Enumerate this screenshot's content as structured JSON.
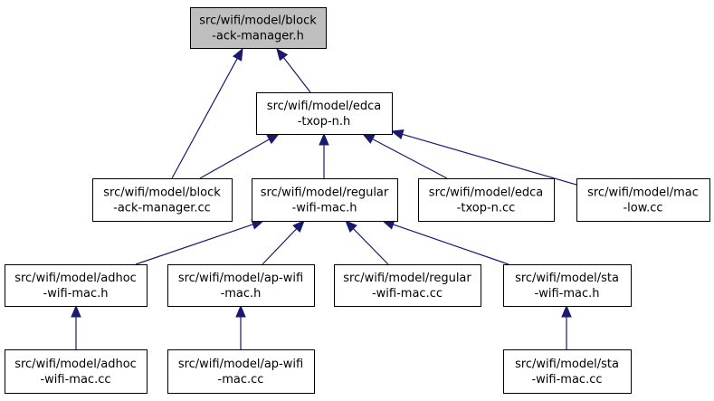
{
  "colors": {
    "edge": "#191970",
    "node_border": "#000000",
    "node_fill": "#ffffff",
    "highlight_fill": "#bfbfbf"
  },
  "nodes": [
    {
      "id": "block-ack-manager-h",
      "lines": [
        "src/wifi/model/block",
        "-ack-manager.h"
      ],
      "highlight": true
    },
    {
      "id": "edca-txop-n-h",
      "lines": [
        "src/wifi/model/edca",
        "-txop-n.h"
      ]
    },
    {
      "id": "block-ack-manager-cc",
      "lines": [
        "src/wifi/model/block",
        "-ack-manager.cc"
      ]
    },
    {
      "id": "regular-wifi-mac-h",
      "lines": [
        "src/wifi/model/regular",
        "-wifi-mac.h"
      ]
    },
    {
      "id": "edca-txop-n-cc",
      "lines": [
        "src/wifi/model/edca",
        "-txop-n.cc"
      ]
    },
    {
      "id": "mac-low-cc",
      "lines": [
        "src/wifi/model/mac",
        "-low.cc"
      ]
    },
    {
      "id": "adhoc-wifi-mac-h",
      "lines": [
        "src/wifi/model/adhoc",
        "-wifi-mac.h"
      ]
    },
    {
      "id": "ap-wifi-mac-h",
      "lines": [
        "src/wifi/model/ap-wifi",
        "-mac.h"
      ]
    },
    {
      "id": "regular-wifi-mac-cc",
      "lines": [
        "src/wifi/model/regular",
        "-wifi-mac.cc"
      ]
    },
    {
      "id": "sta-wifi-mac-h",
      "lines": [
        "src/wifi/model/sta",
        "-wifi-mac.h"
      ]
    },
    {
      "id": "adhoc-wifi-mac-cc",
      "lines": [
        "src/wifi/model/adhoc",
        "-wifi-mac.cc"
      ]
    },
    {
      "id": "ap-wifi-mac-cc",
      "lines": [
        "src/wifi/model/ap-wifi",
        "-mac.cc"
      ]
    },
    {
      "id": "sta-wifi-mac-cc",
      "lines": [
        "src/wifi/model/sta",
        "-wifi-mac.cc"
      ]
    }
  ],
  "edges": [
    {
      "from": "block-ack-manager-cc",
      "to": "block-ack-manager-h"
    },
    {
      "from": "edca-txop-n-h",
      "to": "block-ack-manager-h"
    },
    {
      "from": "block-ack-manager-cc",
      "to": "edca-txop-n-h"
    },
    {
      "from": "regular-wifi-mac-h",
      "to": "edca-txop-n-h"
    },
    {
      "from": "edca-txop-n-cc",
      "to": "edca-txop-n-h"
    },
    {
      "from": "mac-low-cc",
      "to": "edca-txop-n-h"
    },
    {
      "from": "adhoc-wifi-mac-h",
      "to": "regular-wifi-mac-h"
    },
    {
      "from": "ap-wifi-mac-h",
      "to": "regular-wifi-mac-h"
    },
    {
      "from": "regular-wifi-mac-cc",
      "to": "regular-wifi-mac-h"
    },
    {
      "from": "sta-wifi-mac-h",
      "to": "regular-wifi-mac-h"
    },
    {
      "from": "adhoc-wifi-mac-cc",
      "to": "adhoc-wifi-mac-h"
    },
    {
      "from": "ap-wifi-mac-cc",
      "to": "ap-wifi-mac-h"
    },
    {
      "from": "sta-wifi-mac-cc",
      "to": "sta-wifi-mac-h"
    }
  ]
}
